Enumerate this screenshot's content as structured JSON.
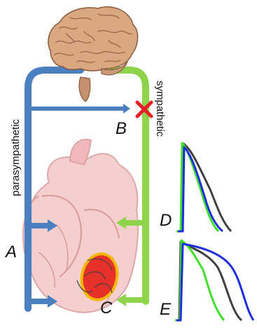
{
  "labels": {
    "parasympathetic": "parasympathetic",
    "sympathetic": "sympathetic",
    "A": "A",
    "B": "B",
    "C": "C",
    "D": "D",
    "E": "E"
  },
  "colors": {
    "parasympathetic": "#4a7fc0",
    "sympathetic": "#8dd44a",
    "block_x": "#e8202a",
    "sa_node": "#e8302a",
    "sa_node_outline": "#f5b800",
    "trace_blue": "#1c2ee0",
    "trace_green": "#3ee02a",
    "trace_gray": "#404040",
    "heart": "#f4c6c6",
    "brain": "#d9a882"
  },
  "icons": {
    "brain": "brain-illustration",
    "heart": "heart-illustration",
    "block": "red-x-block-icon"
  }
}
